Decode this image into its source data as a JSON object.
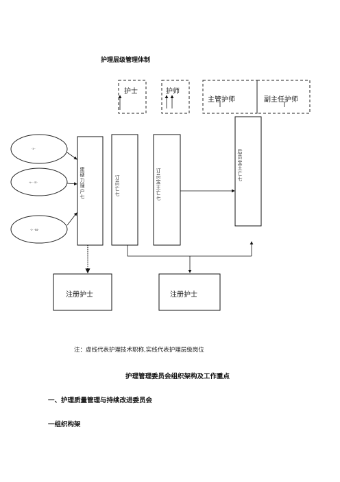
{
  "doc": {
    "title": "护理层级管理体制",
    "top_labels": [
      "护士",
      "护师",
      "主管护师",
      "副主任护师"
    ],
    "ellipses": [
      "-I--",
      "-t-- -II-",
      "-I-  -RI-"
    ],
    "columns": [
      "建硬力理户七",
      "订员亡七",
      "订员宝王亡七",
      "后员宝王亡七"
    ],
    "register": [
      "注册护士",
      "注册护士"
    ],
    "note": "注：虚线代表护理技术职称,实线代表护理层级岗位",
    "section_title": "护理管理委员会组织架构及工作重点",
    "heading1": "一、护理质量管理与持续改进委员会",
    "heading2": "一组织构架"
  }
}
